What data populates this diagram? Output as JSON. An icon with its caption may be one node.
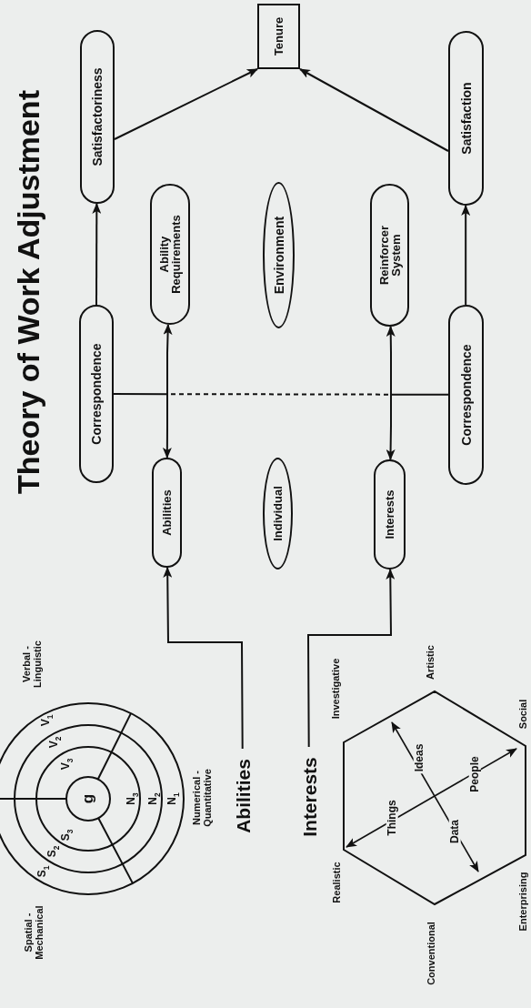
{
  "diagram": {
    "title": "Theory of Work Adjustment",
    "nodes": [
      {
        "text": [
          "Abilities"
        ]
      },
      {
        "text": [
          "Interests"
        ]
      },
      {
        "text": [
          "Abilities"
        ]
      },
      {
        "text": [
          "Individual"
        ]
      },
      {
        "text": [
          "Interests"
        ]
      },
      {
        "text": [
          "Correspondence"
        ]
      },
      {
        "text": [
          "Correspondence"
        ]
      },
      {
        "text": [
          "Ability Requirements"
        ]
      },
      {
        "text": [
          "Environment"
        ]
      },
      {
        "text": [
          "Reinforcer System"
        ]
      },
      {
        "text": [
          "Satisfactoriness"
        ]
      },
      {
        "text": [
          "Satisfaction"
        ]
      },
      {
        "text": [
          "Tenure"
        ]
      }
    ],
    "edges": [
      {
        "from": 0,
        "to": 2,
        "arrow": "to"
      },
      {
        "from": 1,
        "to": 4,
        "arrow": "to"
      },
      {
        "from": 2,
        "to": 7,
        "arrow": "both"
      },
      {
        "from": 4,
        "to": 9,
        "arrow": "both"
      },
      {
        "from": 5,
        "to": 6,
        "arrow": "none",
        "style": "dashed"
      },
      {
        "from": 5,
        "to": 10,
        "arrow": "to"
      },
      {
        "from": 6,
        "to": 11,
        "arrow": "to"
      },
      {
        "from": 10,
        "to": 12,
        "arrow": "to"
      },
      {
        "from": 11,
        "to": 12,
        "arrow": "to"
      }
    ],
    "labels": [
      "Spatial - Mechanical",
      "Verbal - Linguistic",
      "S$_{1}$",
      "S$_{2}$",
      "S$_{3}$",
      "g",
      "V$_{3}$",
      "V$_{2}$",
      "V$_{1}$",
      "N$_{3}$",
      "N$_{2}$",
      "N$_{1}$",
      "Numerical - Quantitative",
      "Investigative",
      "Realistic",
      "Things",
      "Ideas",
      "Data",
      "People",
      "Conventional",
      "Artistic",
      "Enterprising",
      "Social"
    ]
  }
}
